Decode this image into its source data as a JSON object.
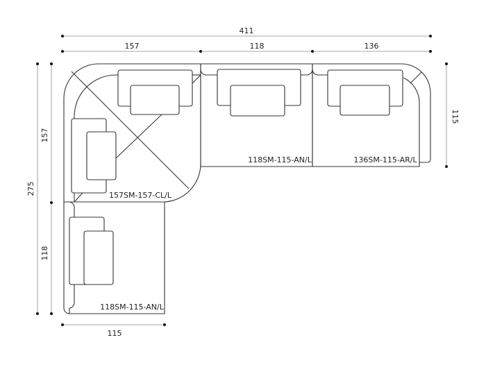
{
  "dimensions": {
    "total_width": "411",
    "corner_width": "157",
    "middle_width": "118",
    "right_width": "136",
    "total_depth": "275",
    "corner_depth": "157",
    "lower_depth": "118",
    "right_depth": "115",
    "bottom_width": "115"
  },
  "modules": {
    "corner": "157SM-157-CL/L",
    "middle": "118SM-115-AN/L",
    "right": "136SM-115-AR/L",
    "lower": "118SM-115-AN/L"
  }
}
